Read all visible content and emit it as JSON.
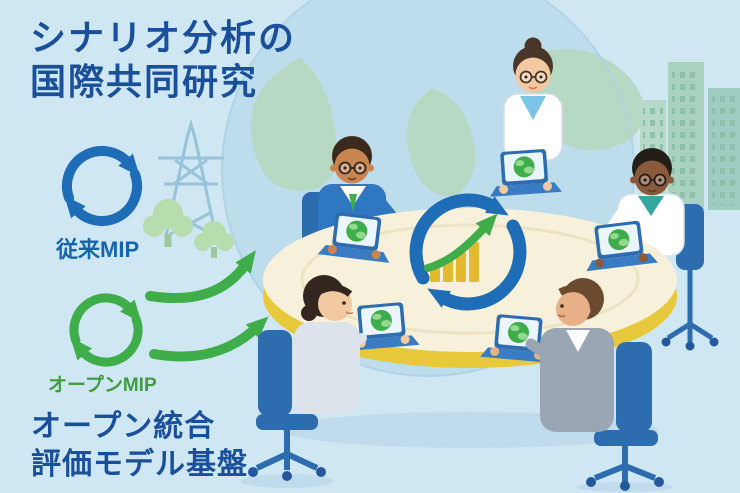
{
  "header": {
    "title_line1": "シナリオ分析の",
    "title_line2": "国際共同研究"
  },
  "legend": {
    "conventional_mip": "従来MIP",
    "open_mip": "オープンMIP"
  },
  "footer": {
    "caption_line1": "オープン統合",
    "caption_line2": "評価モデル基盤"
  },
  "colors": {
    "background": "#cfe7f3",
    "title_text": "#1a4f9c",
    "blue_accent": "#1e6db6",
    "green_accent": "#3fae4a",
    "open_mip_text": "#3f9d3f",
    "table_top": "#f7f1dc",
    "table_rim": "#e8c93b",
    "chart_bar": "#e3ba2e",
    "chair_blue": "#2e6cb0",
    "laptop_blue": "#2e6cb0"
  },
  "icons": {
    "left_blue": "conventional-mip-cycle-icon",
    "left_green": "open-mip-cycle-icon",
    "arrows": "flow-arrow-icon",
    "table_center": "collaboration-cycle-icon",
    "table_chart": "growth-chart-icon",
    "laptop": "globe-screen-icon",
    "background_globe": "world-map-icon",
    "background_city": "city-skyline-icon",
    "background_tower": "transmission-tower-icon",
    "background_trees": "tree-icon"
  }
}
